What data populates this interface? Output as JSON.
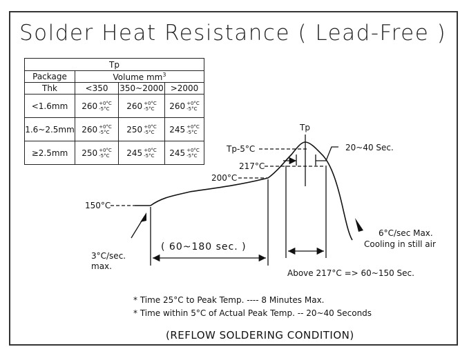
{
  "title": "Solder Heat Resistance ( Lead-Free )",
  "table": {
    "tp_header": "Tp",
    "package_header": "Package",
    "thk_header": "Thk",
    "volume_header": "Volume mm",
    "volume_sup": "3",
    "columns": [
      "<350",
      "350~2000",
      ">2000"
    ],
    "rows": [
      {
        "label": "<1.6mm",
        "values": [
          "260",
          "260",
          "260"
        ]
      },
      {
        "label": "1.6~2.5mm",
        "values": [
          "260",
          "250",
          "245"
        ]
      },
      {
        "label": "≥2.5mm",
        "values": [
          "250",
          "245",
          "245"
        ]
      }
    ],
    "tol_plus": "+0°C",
    "tol_minus": "-5°C"
  },
  "labels": {
    "tp": "Tp",
    "tp_minus_5": "Tp-5°C",
    "t217": "217°C",
    "t200": "200°C",
    "t150": "150°C",
    "peak_window": "20~40 Sec.",
    "ramp_up_line1": "3°C/sec.",
    "ramp_up_line2": "max.",
    "preheat_time": "( 60~180 sec. )",
    "above_217": "Above 217°C => 60~150 Sec.",
    "cooling_line1": "6°C/sec Max.",
    "cooling_line2": "Cooling in still air"
  },
  "notes": [
    "* Time 25°C to Peak Temp. ---- 8 Minutes Max.",
    "* Time within 5°C of Actual Peak Temp. -- 20~40 Seconds"
  ],
  "caption": "(REFLOW SOLDERING CONDITION)"
}
